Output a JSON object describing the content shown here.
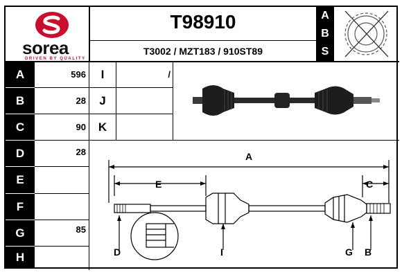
{
  "header": {
    "brand_name": "sorea",
    "brand_tagline": "DRIVEN BY QUALITY",
    "part_number": "T98910",
    "cross_refs": "T3002 / MZT183 / 910ST89",
    "abs_letters": [
      "A",
      "B",
      "S"
    ]
  },
  "specs_left": [
    {
      "label": "A",
      "value": "596"
    },
    {
      "label": "B",
      "value": "28"
    },
    {
      "label": "C",
      "value": "90"
    },
    {
      "label": "D",
      "value": "28"
    },
    {
      "label": "E",
      "value": ""
    },
    {
      "label": "F",
      "value": ""
    },
    {
      "label": "G",
      "value": "85"
    },
    {
      "label": "H",
      "value": ""
    }
  ],
  "specs_mid": [
    {
      "label": "I",
      "value": "/"
    },
    {
      "label": "J",
      "value": ""
    },
    {
      "label": "K",
      "value": ""
    }
  ],
  "diagram": {
    "dim_A": "A",
    "dim_E": "E",
    "dim_C": "C",
    "marker_D": "D",
    "marker_I": "I",
    "marker_G": "G",
    "marker_B": "B"
  },
  "colors": {
    "brand_red": "#c8102e",
    "label_bg": "#000000"
  }
}
